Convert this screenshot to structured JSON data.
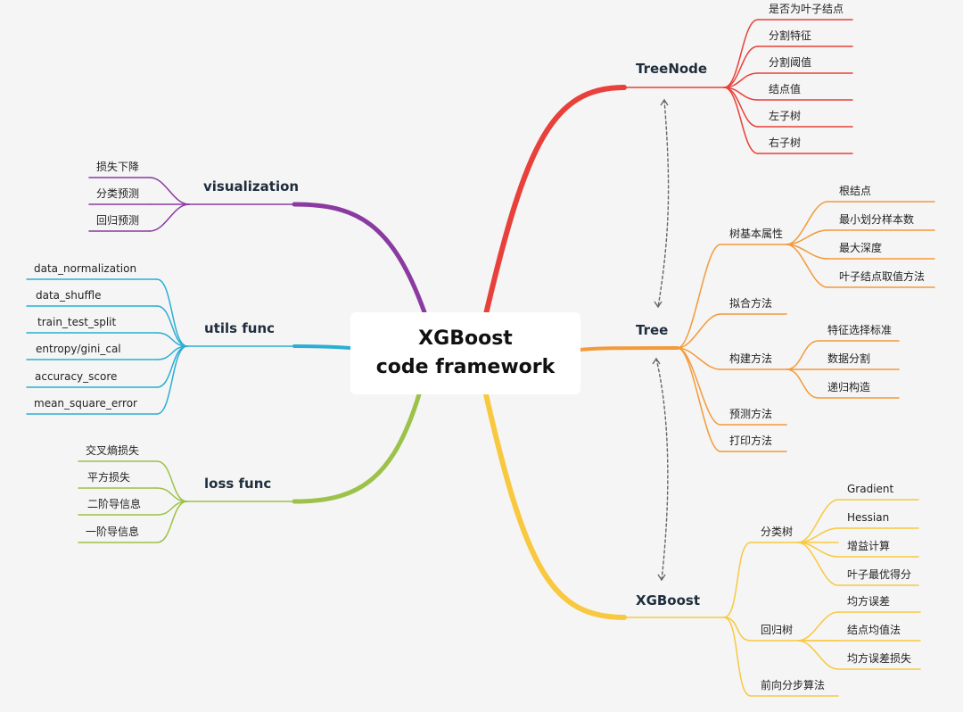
{
  "center": {
    "line1": "XGBoost",
    "line2": "code framework"
  },
  "branches": {
    "treenode": {
      "title": "TreeNode",
      "items": [
        "是否为叶子结点",
        "分割特征",
        "分割阈值",
        "结点值",
        "左子树",
        "右子树"
      ]
    },
    "tree": {
      "title": "Tree",
      "basic": {
        "label": "树基本属性",
        "items": [
          "根结点",
          "最小划分样本数",
          "最大深度",
          "叶子结点取值方法"
        ]
      },
      "fit": "拟合方法",
      "build": {
        "label": "构建方法",
        "items": [
          "特征选择标准",
          "数据分割",
          "递归构造"
        ]
      },
      "predict": "预测方法",
      "print": "打印方法"
    },
    "xgboost": {
      "title": "XGBoost",
      "cls": {
        "label": "分类树",
        "items": [
          "Gradient",
          "Hessian",
          "增益计算",
          "叶子最优得分"
        ]
      },
      "reg": {
        "label": "回归树",
        "items": [
          "均方误差",
          "结点均值法",
          "均方误差损失"
        ]
      },
      "forward": "前向分步算法"
    },
    "visualization": {
      "title": "visualization",
      "items": [
        "损失下降",
        "分类预测",
        "回归预测"
      ]
    },
    "utils": {
      "title": "utils func",
      "items": [
        "data_normalization",
        "data_shuffle",
        "train_test_split",
        "entropy/gini_cal",
        "accuracy_score",
        "mean_square_error"
      ]
    },
    "loss": {
      "title": "loss func",
      "items": [
        "交叉熵损失",
        "平方损失",
        "二阶导信息",
        "一阶导信息"
      ]
    }
  },
  "colors": {
    "treenode": "#e8403a",
    "tree": "#f39a3a",
    "xgboost": "#f8c940",
    "visualization": "#8a3aa0",
    "utils": "#2aaed3",
    "loss": "#9cc24a",
    "background": "#f5f5f5",
    "dashed": "#666666"
  }
}
